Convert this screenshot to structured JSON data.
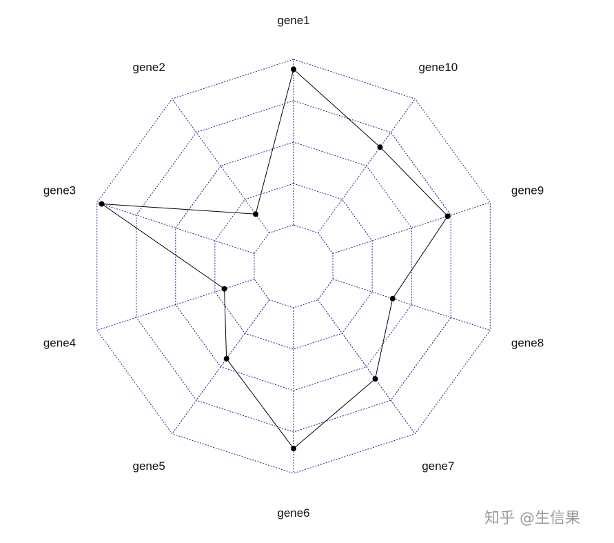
{
  "chart_data": {
    "type": "radar",
    "categories": [
      "gene1",
      "gene2",
      "gene3",
      "gene4",
      "gene5",
      "gene6",
      "gene7",
      "gene8",
      "gene9",
      "gene10"
    ],
    "series": [
      {
        "values": [
          0.94,
          0.14,
          0.97,
          0.19,
          0.44,
          0.85,
          0.59,
          0.38,
          0.73,
          0.64
        ]
      }
    ],
    "range": [
      0,
      1
    ],
    "grid_levels": 4,
    "grid": true,
    "colors": {
      "grid": "#1a1a8c",
      "line": "#000000",
      "point": "#000000"
    }
  },
  "watermark": "知乎 @生信果"
}
